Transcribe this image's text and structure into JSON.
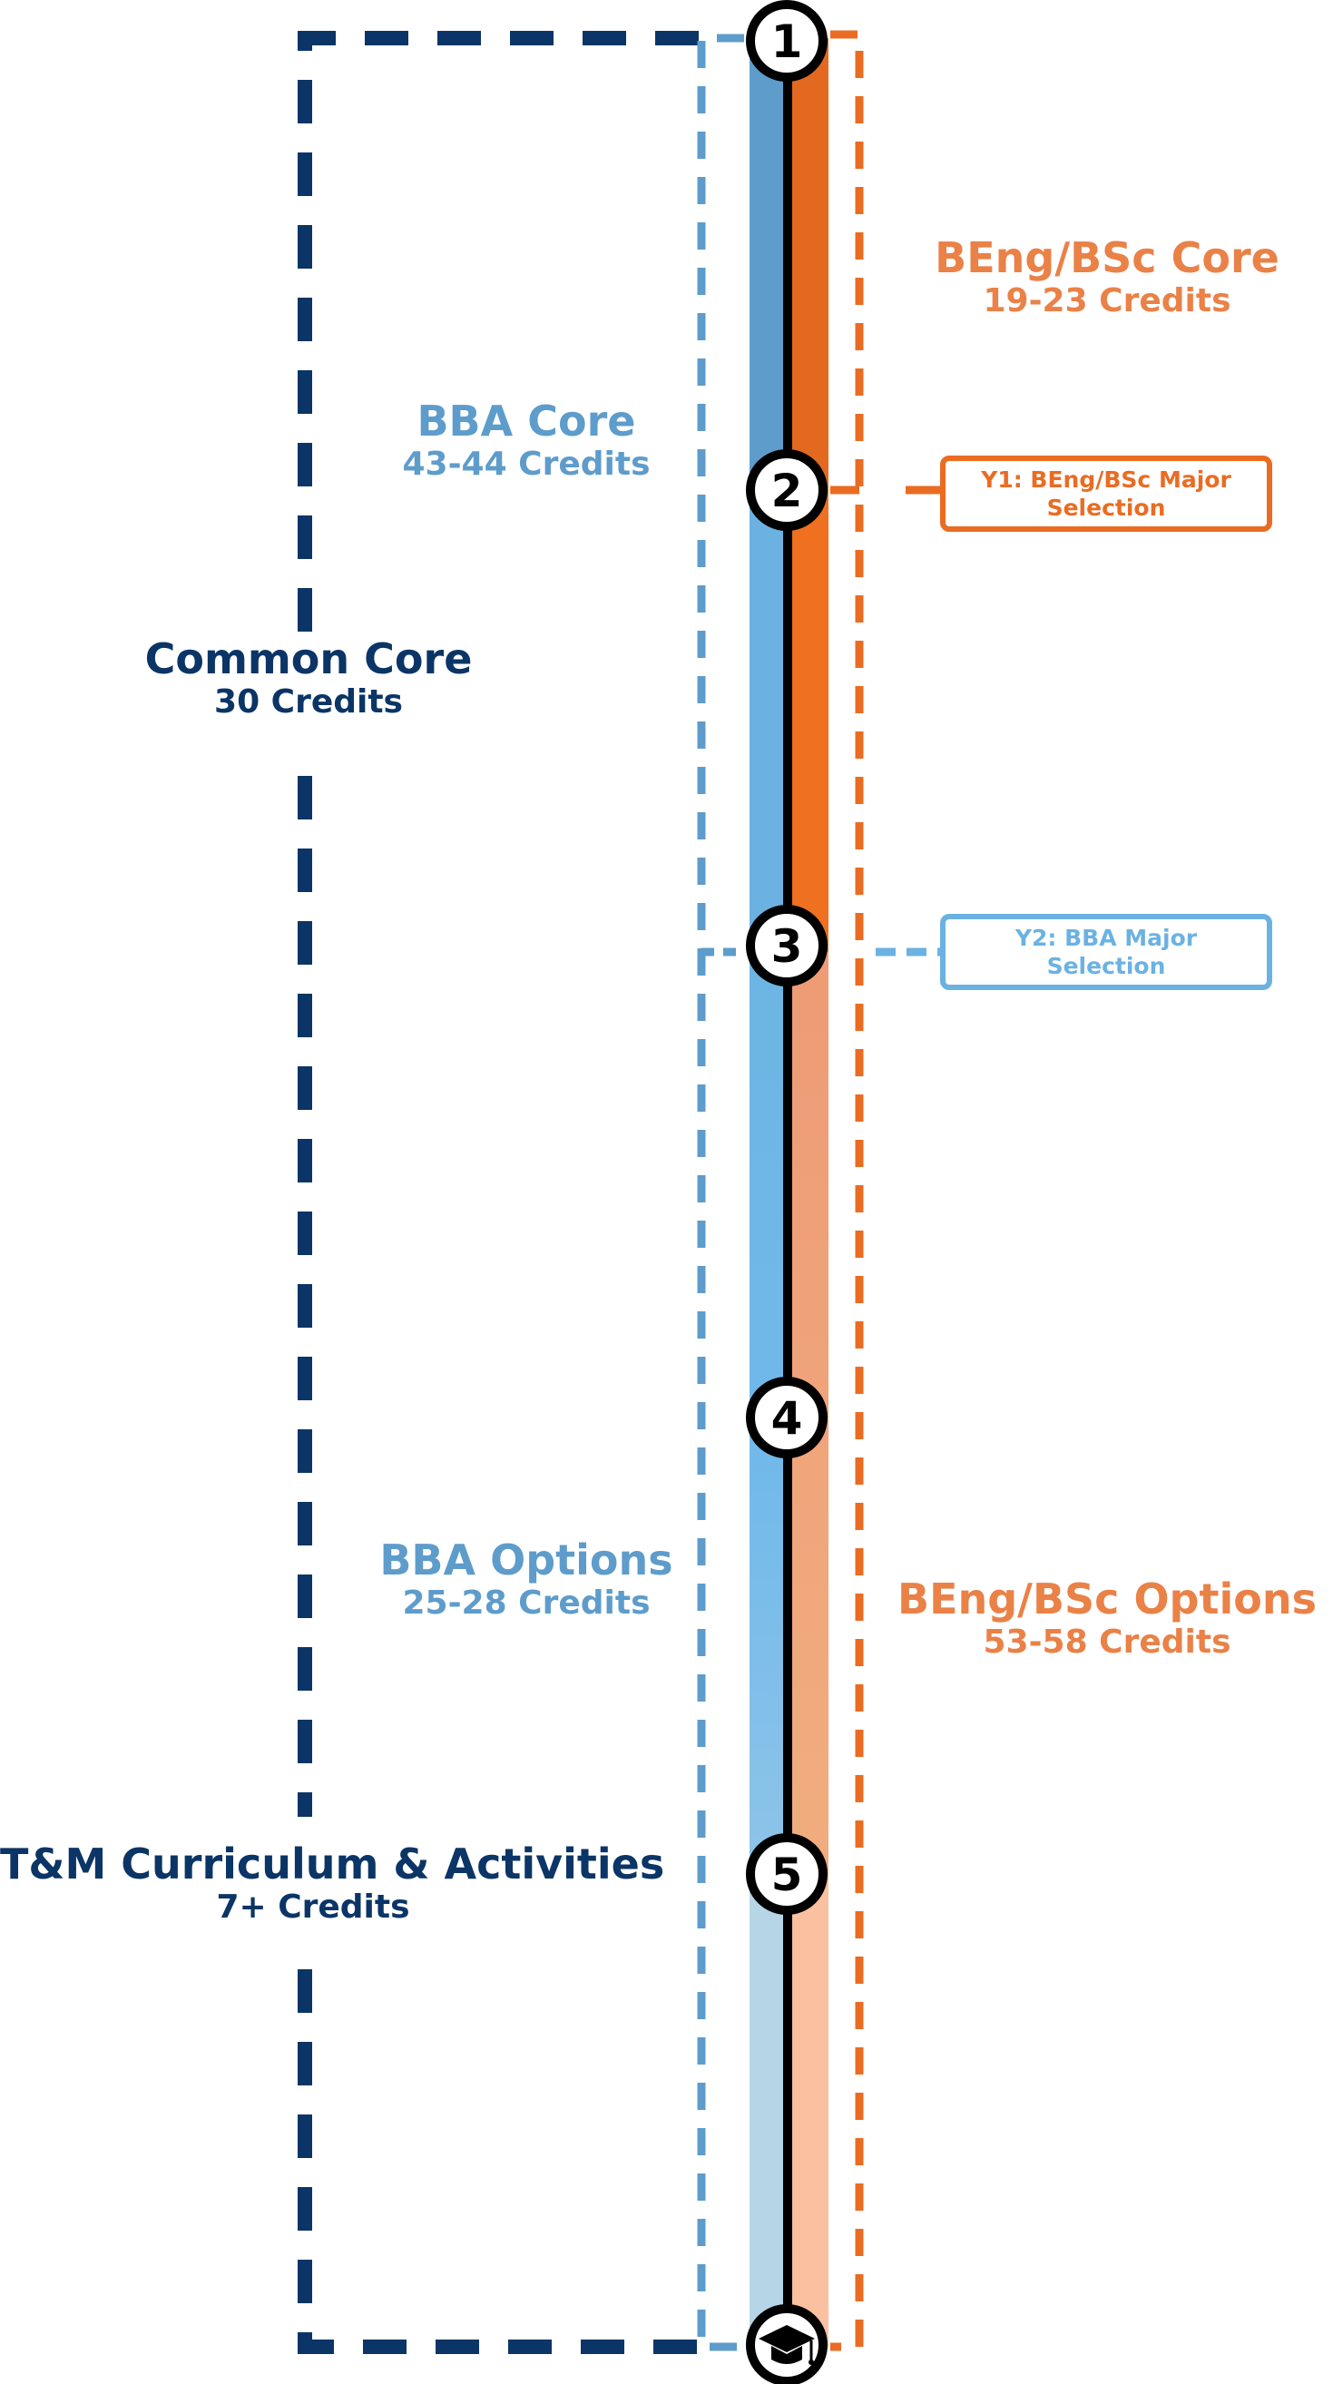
{
  "groups": {
    "common_core": {
      "title": "Common Core",
      "credits": "30 Credits"
    },
    "tm": {
      "title": "T&M Curriculum & Activities",
      "credits": "7+ Credits"
    },
    "bba_core": {
      "title": "BBA Core",
      "credits": "43-44 Credits"
    },
    "bba_options": {
      "title": "BBA Options",
      "credits": "25-28 Credits"
    },
    "beng_core": {
      "title": "BEng/BSc Core",
      "credits": "19-23 Credits"
    },
    "beng_options": {
      "title": "BEng/BSc Options",
      "credits": "53-58 Credits"
    }
  },
  "milestones": {
    "y1": "Y1: BEng/BSc Major Selection",
    "y2": "Y2: BBA Major Selection"
  },
  "stops": [
    "1",
    "2",
    "3",
    "4",
    "5"
  ],
  "end_icon": "graduation-cap-icon",
  "colors": {
    "navy": "#0b3566",
    "bba_blue": "#5e9ccb",
    "bba_blue_light": "#7fbbe6",
    "bba_blue_pale": "#b6d5e7",
    "beng_orange": "#ea6c22",
    "beng_orange_light": "#ef9a70",
    "beng_orange_pale": "#f9c19f"
  }
}
